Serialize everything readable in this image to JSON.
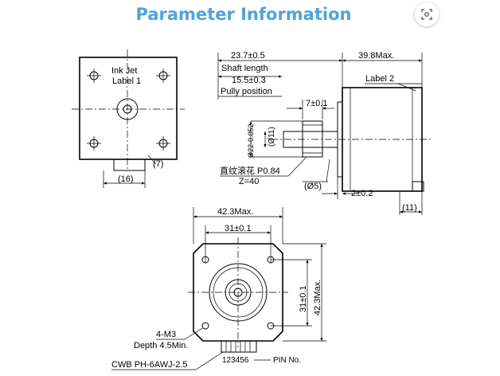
{
  "header": {
    "title": "Parameter Information",
    "lens_icon": "lens-icon"
  },
  "front_view": {
    "label_line1": "Ink Jet",
    "label_line2": "Label 1",
    "dim_connector_gap": "(7)",
    "dim_connector_width": "(16)"
  },
  "side_view": {
    "dim_shaft_from_face": "23.7±0.5",
    "dim_total_length": "39.8Max.",
    "shaft_length_label": "Shaft  length",
    "shaft_length_value": "15.5±0.3",
    "pully_position_label": "Pully position",
    "dim_pulley_width": "7±0.1",
    "label2": "Label 2",
    "dim_boss_dia": "Ø22-0.052",
    "dim_shaft_dia": "(Ø11)",
    "knurl_label": "直纹滚花 P0.84",
    "teeth": "Z=40",
    "dim_shaft_tip": "(Ø5)",
    "dim_flange": "2±0.2",
    "dim_connector": "(11)"
  },
  "bottom_view": {
    "dim_overall_width": "42.3Max.",
    "dim_hole_spacing_h": "31±0.1",
    "dim_hole_spacing_v": "31±0.1",
    "dim_overall_height": "42.3Max.",
    "thread_label": "4-M3",
    "depth_label": "Depth 4.5Min.",
    "connector_label": "CWB PH-6AWJ-2.5",
    "pin_numbers": "123456",
    "pin_label": "PIN No."
  }
}
